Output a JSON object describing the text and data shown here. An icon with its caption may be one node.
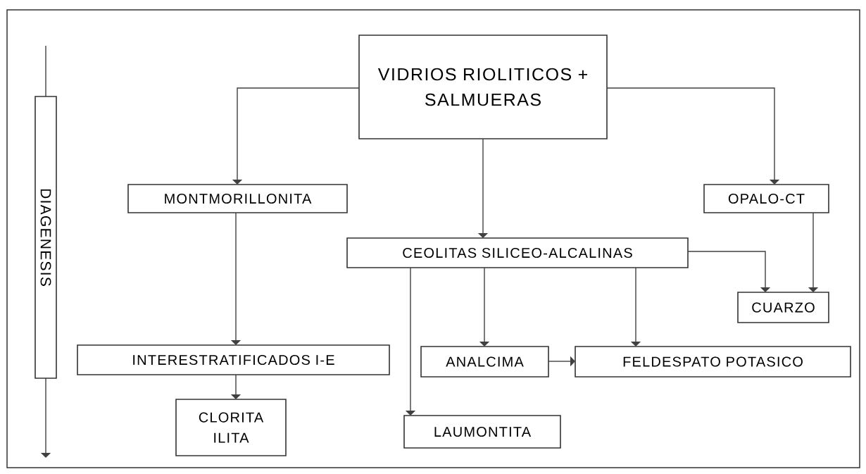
{
  "diagram": {
    "nodes": [
      {
        "text": [
          "VIDRIOS RIOLITICOS + SALMUERAS"
        ]
      },
      {
        "text": [
          "DIAGENESIS"
        ]
      },
      {
        "text": [
          "MONTMORILLONITA"
        ]
      },
      {
        "text": [
          "OPALO-CT"
        ]
      },
      {
        "text": [
          "CEOLITAS SILICEO-ALCALINAS"
        ]
      },
      {
        "text": [
          "CUARZO"
        ]
      },
      {
        "text": [
          "INTERESTRATIFICADOS I-E"
        ]
      },
      {
        "text": [
          "ANALCIMA"
        ]
      },
      {
        "text": [
          "FELDESPATO POTASICO"
        ]
      },
      {
        "text": [
          "CLORITA ILITA"
        ]
      },
      {
        "text": [
          "LAUMONTITA"
        ]
      }
    ],
    "edges": [
      {
        "from": 0,
        "to": 2,
        "arrow": "to"
      },
      {
        "from": 0,
        "to": 4,
        "arrow": "to"
      },
      {
        "from": 0,
        "to": 3,
        "arrow": "to"
      },
      {
        "from": 2,
        "to": 6,
        "arrow": "to"
      },
      {
        "from": 6,
        "to": 9,
        "arrow": "to"
      },
      {
        "from": 4,
        "to": 10,
        "arrow": "to"
      },
      {
        "from": 4,
        "to": 7,
        "arrow": "to"
      },
      {
        "from": 4,
        "to": 8,
        "arrow": "to"
      },
      {
        "from": 4,
        "to": 5,
        "arrow": "to"
      },
      {
        "from": 3,
        "to": 5,
        "arrow": "to"
      },
      {
        "from": 7,
        "to": 8,
        "arrow": "to"
      }
    ]
  }
}
